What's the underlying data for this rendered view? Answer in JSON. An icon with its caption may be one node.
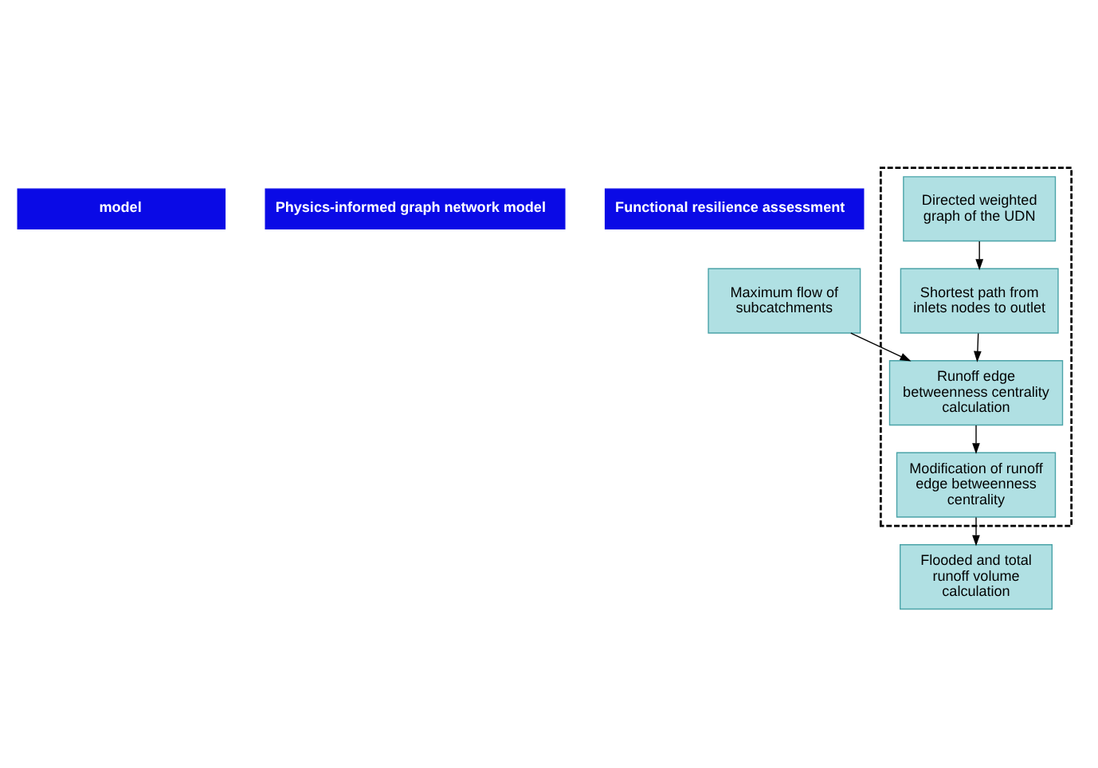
{
  "diagram": {
    "nodes": [
      {
        "text": [
          "model"
        ]
      },
      {
        "text": [
          "Physics-informed graph network model"
        ]
      },
      {
        "text": [
          "Functional resilience assessment"
        ]
      },
      {
        "text": [
          "Maximum flow of subcatchments"
        ]
      },
      {
        "text": [],
        "shape": "box"
      },
      {
        "text": [
          "Directed weighted graph of the UDN"
        ],
        "in": 4
      },
      {
        "text": [
          "Shortest path from inlets nodes to outlet"
        ],
        "in": 4
      },
      {
        "text": [
          "Runoff edge betweenness centrality calculation"
        ],
        "in": 4
      },
      {
        "text": [
          "Modification of runoff edge betweenness centrality"
        ],
        "in": 4
      },
      {
        "text": [
          "Flooded and total runoff volume calculation"
        ]
      }
    ],
    "edges": [
      {
        "from": 5,
        "to": 6,
        "arrow": "to"
      },
      {
        "from": 6,
        "to": 7,
        "arrow": "to"
      },
      {
        "from": 3,
        "to": 7,
        "arrow": "to"
      },
      {
        "from": 7,
        "to": 8,
        "arrow": "to"
      },
      {
        "from": 8,
        "to": 9,
        "arrow": "to"
      }
    ]
  }
}
